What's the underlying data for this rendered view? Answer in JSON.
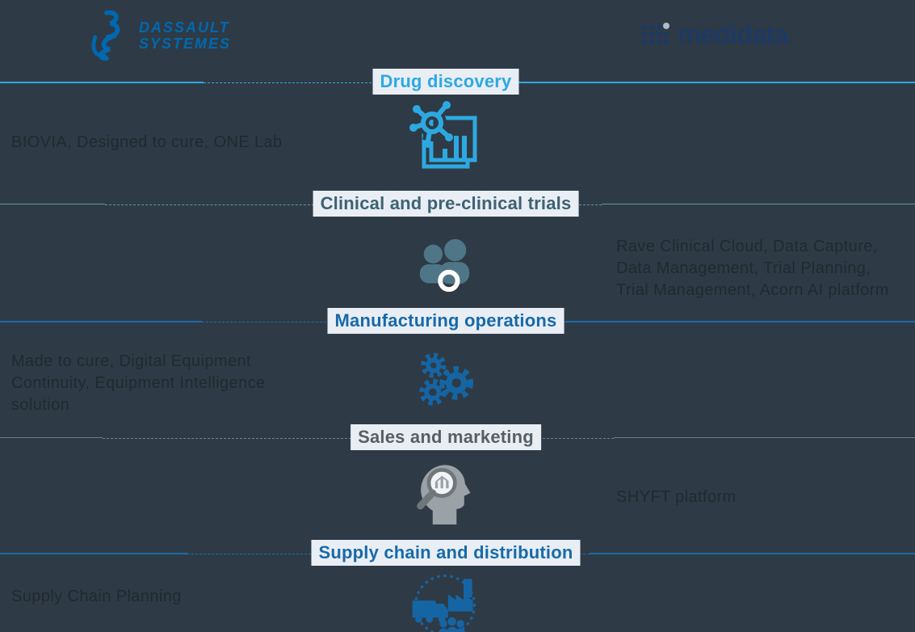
{
  "page": {
    "background": "#2e3b46",
    "label_bg": "#e9eef5",
    "product_text_color": "#20292f"
  },
  "header": {
    "dassault_logo": {
      "line1": "DASSAULT",
      "line2": "SYSTEMES",
      "color": "#0068b0"
    },
    "medidata_logo": {
      "text": "medidata",
      "color": "#1e3a64",
      "highlight_dot_color": "#aebdc8"
    }
  },
  "stages": [
    {
      "label": "Drug discovery",
      "label_color": "#2da9e1",
      "line_color": "#2da9e1",
      "icon_color": "#2da9e1",
      "icon": "molecule-chart-icon",
      "left_text": "BIOVIA, Designed to cure, ONE Lab",
      "right_text": ""
    },
    {
      "label": "Clinical and pre-clinical trials",
      "label_color": "#3d6274",
      "line_color": "#6a8fa0",
      "icon_color": "#4e7687",
      "icon": "people-icon",
      "left_text": "",
      "right_text": "Rave Clinical Cloud, Data Capture,\nData Management, Trial Planning,\nTrial Management, Acorn AI platform"
    },
    {
      "label": "Manufacturing operations",
      "label_color": "#176aa9",
      "line_color": "#1b6cab",
      "icon_color": "#1565a5",
      "icon": "gears-icon",
      "left_text": "Made to cure, Digital Equipment\nContinuity, Equipment Intelligence\nsolution",
      "right_text": ""
    },
    {
      "label": "Sales and marketing",
      "label_color": "#565f66",
      "line_color": "#747b80",
      "icon_color": "#9aa1a7",
      "ring_color": "#6f767c",
      "glass_color": "#f2f5f7",
      "icon": "head-magnifier-icon",
      "left_text": "",
      "right_text": "SHYFT platform"
    },
    {
      "label": "Supply chain and distribution",
      "label_color": "#176aa9",
      "line_color": "#1b6cab",
      "icon_color": "#1565a5",
      "icon": "supply-chain-icon",
      "left_text": "Supply Chain Planning",
      "right_text": ""
    }
  ]
}
